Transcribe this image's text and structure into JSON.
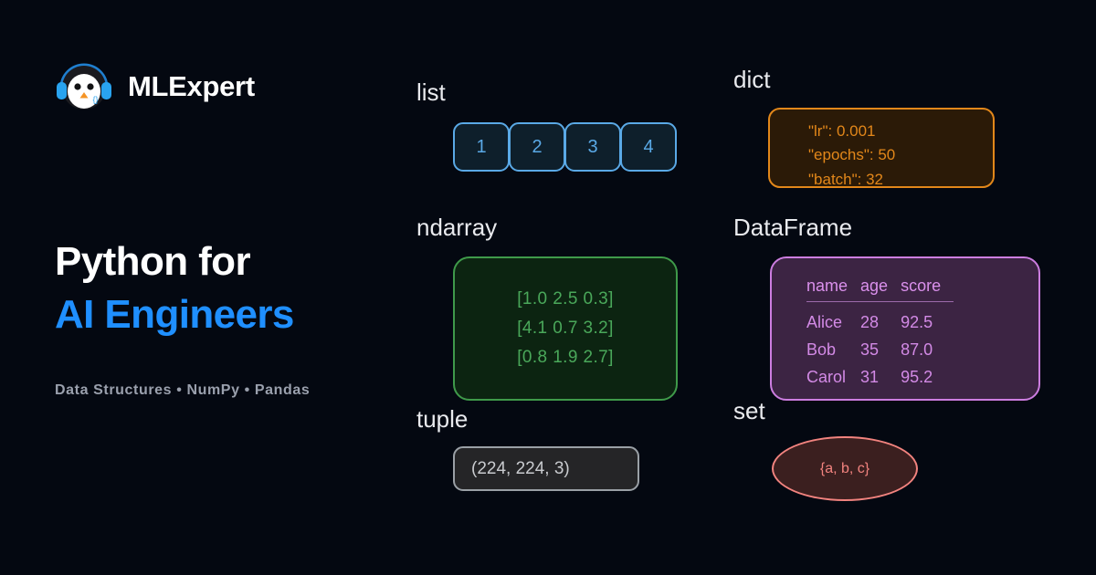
{
  "brand": {
    "name": "MLExpert",
    "logo_icon": "penguin-headphones-logo"
  },
  "headline": {
    "line1": "Python for",
    "line2": "AI Engineers",
    "subtitle": "Data Structures • NumPy • Pandas"
  },
  "colors": {
    "background": "#040811",
    "accent_blue": "#1f8fff",
    "list": "#5aa9e6",
    "dict": "#e2871a",
    "ndarray": "#4aa85a",
    "dataframe": "#d38ae6",
    "tuple": "#c9cbcf",
    "set": "#f2837f",
    "label": "#e9eaee",
    "subtitle": "#9aa0ad"
  },
  "diagram": {
    "list": {
      "label": "list",
      "cells": [
        "1",
        "2",
        "3",
        "4"
      ]
    },
    "dict": {
      "label": "dict",
      "lines": [
        "\"lr\": 0.001",
        "\"epochs\": 50",
        "\"batch\": 32"
      ]
    },
    "ndarray": {
      "label": "ndarray",
      "rows": [
        "[1.0  2.5  0.3]",
        "[4.1  0.7  3.2]",
        "[0.8  1.9  2.7]"
      ]
    },
    "dataframe": {
      "label": "DataFrame",
      "headers": [
        "name",
        "age",
        "score"
      ],
      "rows": [
        [
          "Alice",
          "28",
          "92.5"
        ],
        [
          "Bob",
          "35",
          "87.0"
        ],
        [
          "Carol",
          "31",
          "95.2"
        ]
      ]
    },
    "tuple": {
      "label": "tuple",
      "value": "(224, 224, 3)"
    },
    "set": {
      "label": "set",
      "value": "{a, b, c}"
    }
  }
}
